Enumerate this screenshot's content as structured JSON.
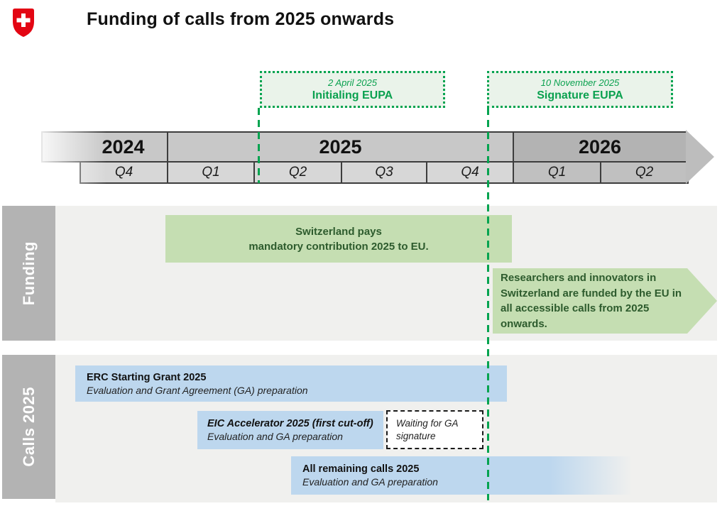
{
  "header": {
    "title": "Funding of calls from 2025 onwards",
    "logo": "swiss-federal-cross-shield"
  },
  "milestones": [
    {
      "date": "2 April 2025",
      "label": "Initialing EUPA"
    },
    {
      "date": "10 November 2025",
      "label": "Signature EUPA"
    }
  ],
  "timeline": {
    "years": [
      "2024",
      "2025",
      "2026"
    ],
    "quarters": [
      "Q4",
      "Q1",
      "Q2",
      "Q3",
      "Q4",
      "Q1",
      "Q2"
    ]
  },
  "sections": {
    "funding": {
      "label": "Funding",
      "contribution_box": {
        "line1": "Switzerland pays",
        "line2": "mandatory contribution 2025 to EU."
      },
      "arrow_box": {
        "text": "Researchers and innovators in Switzerland are funded by the EU in all accessible calls from 2025 onwards."
      }
    },
    "calls": {
      "label": "Calls 2025",
      "bars": [
        {
          "title": "ERC Starting Grant 2025",
          "subtitle": "Evaluation and Grant Agreement (GA) preparation"
        },
        {
          "title": "EIC Accelerator 2025 (first cut-off)",
          "subtitle": "Evaluation and GA preparation"
        },
        {
          "title": "All remaining calls 2025",
          "subtitle": "Evaluation and GA preparation"
        }
      ],
      "waiting_box": {
        "line1": "Waiting for GA",
        "line2": "signature"
      }
    }
  },
  "colors": {
    "brand_green": "#00a34f",
    "callout_bg": "#eaf3ea",
    "green_bar": "#c5deb2",
    "dark_green_text": "#2d5b2d",
    "blue_bar": "#bdd7ee",
    "sidebar_gray": "#b3b3b3",
    "row_bg": "#f0f0ee",
    "year_band_gray": "#c8c8c8",
    "future_band_gray": "#b3b3b3",
    "swiss_red": "#e30613"
  }
}
